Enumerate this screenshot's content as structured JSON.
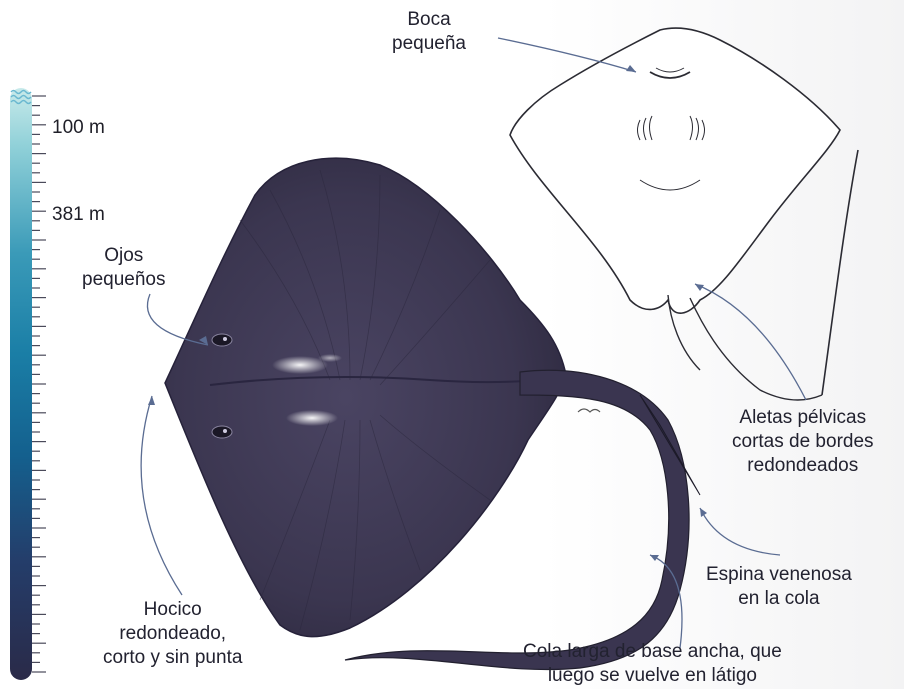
{
  "depth_scale": {
    "markers": [
      "100 m",
      "381 m"
    ]
  },
  "labels": {
    "boca": [
      "Boca",
      "pequeña"
    ],
    "ojos": [
      "Ojos",
      "pequeños"
    ],
    "hocico": [
      "Hocico",
      "redondeado,",
      "corto y sin punta"
    ],
    "aletas": [
      "Aletas pélvicas",
      "cortas de bordes",
      "redondeados"
    ],
    "espina": [
      "Espina venenosa",
      "en la cola"
    ],
    "cola": [
      "Cola larga de base ancha, que",
      "luego se vuelve en látigo"
    ]
  },
  "colors": {
    "ray_body": "#3b3650",
    "ray_highlight": "#ffffff",
    "leader_line": "#5a6c92",
    "ventral_outline": "#2b2b33"
  }
}
